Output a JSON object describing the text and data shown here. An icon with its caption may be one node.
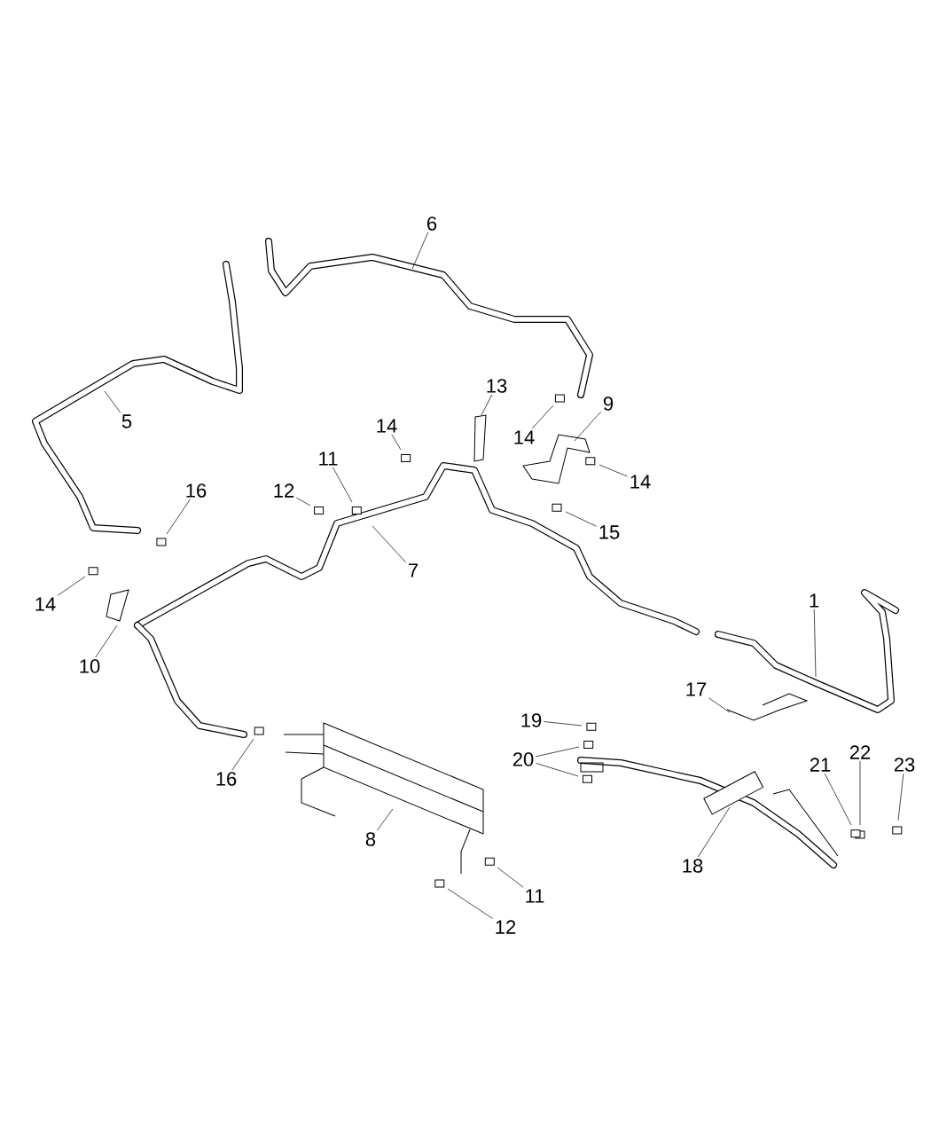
{
  "diagram": {
    "nodes": [
      {
        "text": [
          "6"
        ]
      },
      {
        "text": [
          "13"
        ]
      },
      {
        "text": [
          "9"
        ]
      },
      {
        "text": [
          "5"
        ]
      },
      {
        "text": [
          "14"
        ]
      },
      {
        "text": [
          "14"
        ]
      },
      {
        "text": [
          "11"
        ]
      },
      {
        "text": [
          "14"
        ]
      },
      {
        "text": [
          "16"
        ]
      },
      {
        "text": [
          "12"
        ]
      },
      {
        "text": [
          "15"
        ]
      },
      {
        "text": [
          "7"
        ]
      },
      {
        "text": [
          "1"
        ]
      },
      {
        "text": [
          "14"
        ]
      },
      {
        "text": [
          "10"
        ]
      },
      {
        "text": [
          "17"
        ]
      },
      {
        "text": [
          "19"
        ]
      },
      {
        "text": [
          "20"
        ]
      },
      {
        "text": [
          "22"
        ]
      },
      {
        "text": [
          "21"
        ]
      },
      {
        "text": [
          "23"
        ]
      },
      {
        "text": [
          "16"
        ]
      },
      {
        "text": [
          "8"
        ]
      },
      {
        "text": [
          "18"
        ]
      },
      {
        "text": [
          "11"
        ]
      },
      {
        "text": [
          "12"
        ]
      }
    ],
    "edges": [
      {
        "from": 0,
        "to": null,
        "arrow": "none"
      },
      {
        "from": 1,
        "to": null,
        "arrow": "none"
      },
      {
        "from": 2,
        "to": null,
        "arrow": "none"
      },
      {
        "from": 3,
        "to": null,
        "arrow": "none"
      },
      {
        "from": 4,
        "to": null,
        "arrow": "none"
      },
      {
        "from": 5,
        "to": null,
        "arrow": "none"
      },
      {
        "from": 6,
        "to": null,
        "arrow": "none"
      },
      {
        "from": 7,
        "to": null,
        "arrow": "none"
      },
      {
        "from": 8,
        "to": null,
        "arrow": "none"
      },
      {
        "from": 9,
        "to": null,
        "arrow": "none"
      },
      {
        "from": 10,
        "to": null,
        "arrow": "none"
      },
      {
        "from": 11,
        "to": null,
        "arrow": "none"
      },
      {
        "from": 12,
        "to": null,
        "arrow": "none"
      },
      {
        "from": 13,
        "to": null,
        "arrow": "none"
      },
      {
        "from": 14,
        "to": null,
        "arrow": "none"
      },
      {
        "from": 15,
        "to": null,
        "arrow": "none"
      },
      {
        "from": 16,
        "to": null,
        "arrow": "none"
      },
      {
        "from": 17,
        "to": null,
        "arrow": "none"
      },
      {
        "from": 17,
        "to": null,
        "arrow": "none"
      },
      {
        "from": 18,
        "to": null,
        "arrow": "none"
      },
      {
        "from": 19,
        "to": null,
        "arrow": "none"
      },
      {
        "from": 20,
        "to": null,
        "arrow": "none"
      },
      {
        "from": 21,
        "to": null,
        "arrow": "none"
      },
      {
        "from": 22,
        "to": null,
        "arrow": "none"
      },
      {
        "from": 23,
        "to": null,
        "arrow": "none"
      },
      {
        "from": 24,
        "to": null,
        "arrow": "none"
      },
      {
        "from": 25,
        "to": null,
        "arrow": "none"
      }
    ]
  }
}
